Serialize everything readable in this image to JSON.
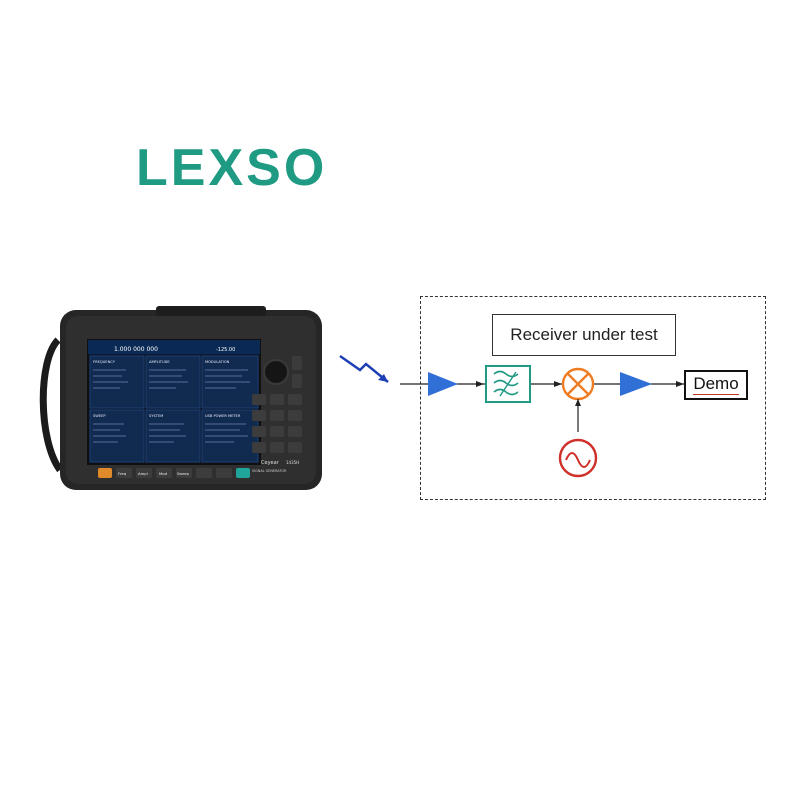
{
  "logo": {
    "text": "LEXSO",
    "color": "#1f9a83"
  },
  "device": {
    "screen": {
      "frequency": "1.000 000 000",
      "amplitude": "-125.00",
      "panels": [
        "FREQUENCY",
        "AMPLITUDE",
        "MODULATION",
        "SWEEP",
        "SYSTEM",
        "USB POWER METER"
      ]
    },
    "brand": "Ceyear",
    "model": "1435H",
    "subtitle": "SIGNAL GENERATOR",
    "soft_keys": [
      "Freq",
      "Ampl",
      "Mod",
      "Sweep"
    ]
  },
  "diagram": {
    "receiver_label": "Receiver under test",
    "demo_label": "Demo",
    "colors": {
      "amplifier": "#2f6fd6",
      "filter": "#1f9a83",
      "mixer": "#f07c22",
      "oscillator": "#d0302a",
      "signal": "#1d3fb5"
    }
  }
}
